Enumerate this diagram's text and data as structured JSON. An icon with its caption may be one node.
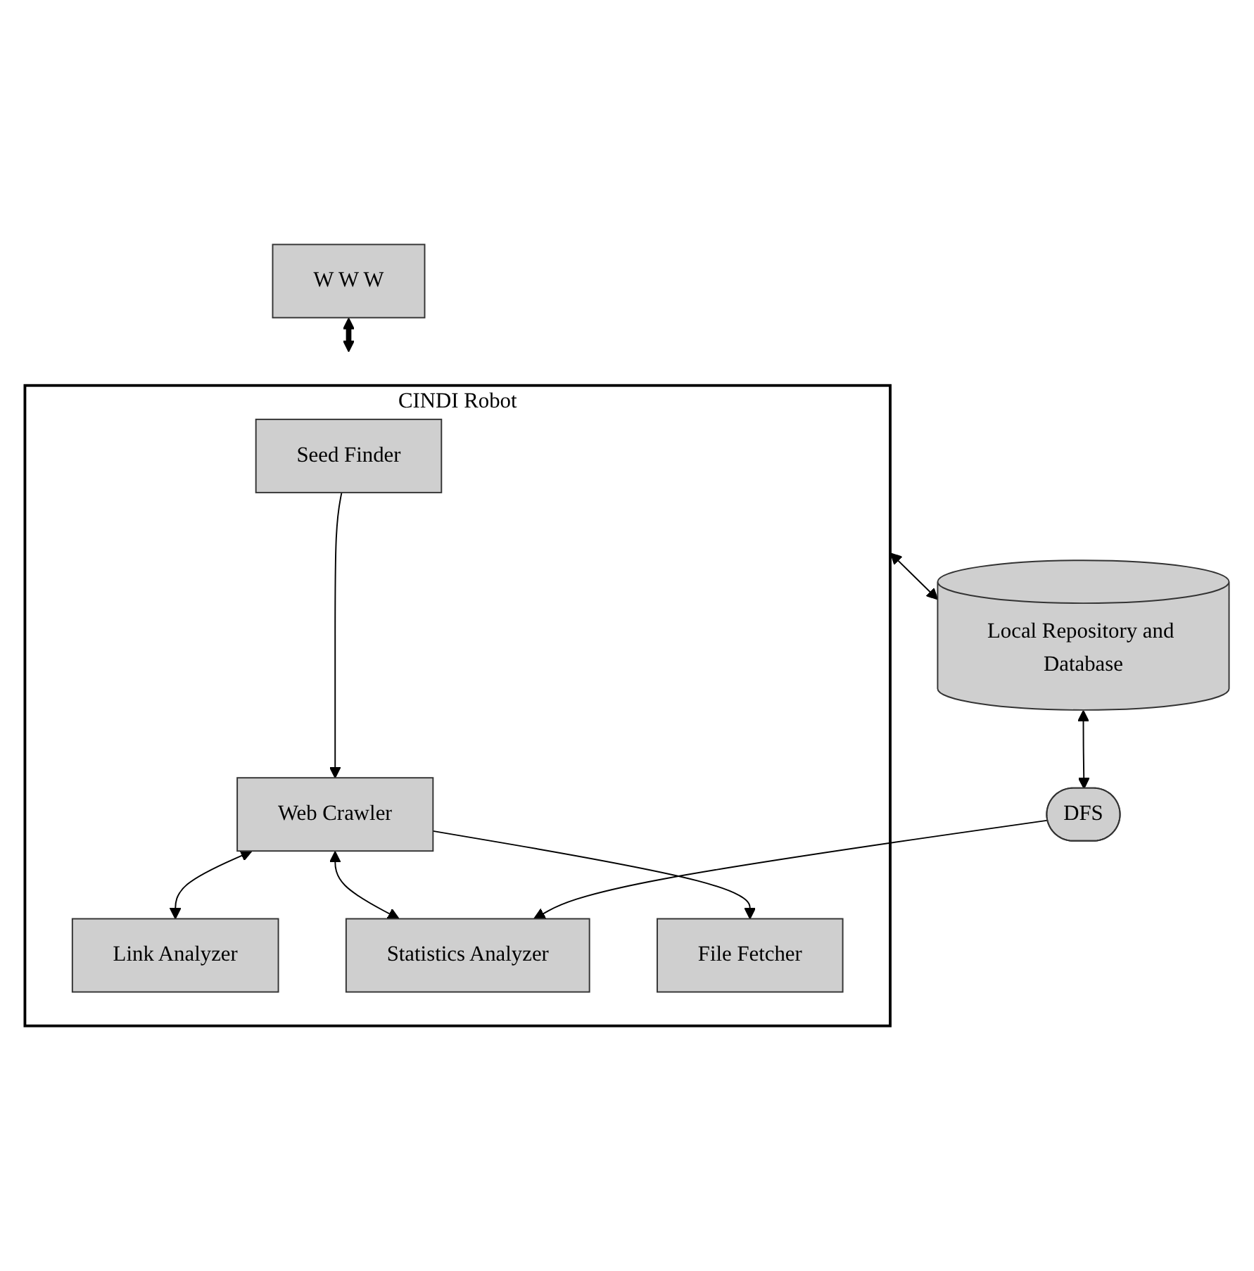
{
  "diagram": {
    "nodes": [
      {
        "text": [
          "W W W"
        ]
      },
      {
        "text": [
          "CINDI Robot"
        ]
      },
      {
        "text": [
          "Seed Finder"
        ],
        "in": 1
      },
      {
        "text": [
          "Link Analyzer"
        ],
        "in": 1
      },
      {
        "text": [
          "Web Crawler"
        ],
        "in": 1
      },
      {
        "text": [
          "Statistics Analyzer"
        ],
        "in": 1
      },
      {
        "text": [
          "File Fetcher"
        ],
        "in": 1
      },
      {
        "text": [
          "Local Repository and Database"
        ]
      },
      {
        "text": [
          "DFS"
        ]
      }
    ],
    "edges": [
      {
        "from": 0,
        "to": 1,
        "arrow": "both",
        "style": "thick"
      },
      {
        "from": 2,
        "to": 4,
        "arrow": "to"
      },
      {
        "from": 4,
        "to": 3,
        "arrow": "both"
      },
      {
        "from": 4,
        "to": 5,
        "arrow": "both"
      },
      {
        "from": 4,
        "to": 6,
        "arrow": "to"
      },
      {
        "from": 1,
        "to": 7,
        "arrow": "both"
      },
      {
        "from": 7,
        "to": 8,
        "arrow": "both"
      },
      {
        "from": 8,
        "to": 5,
        "arrow": "to"
      }
    ]
  }
}
